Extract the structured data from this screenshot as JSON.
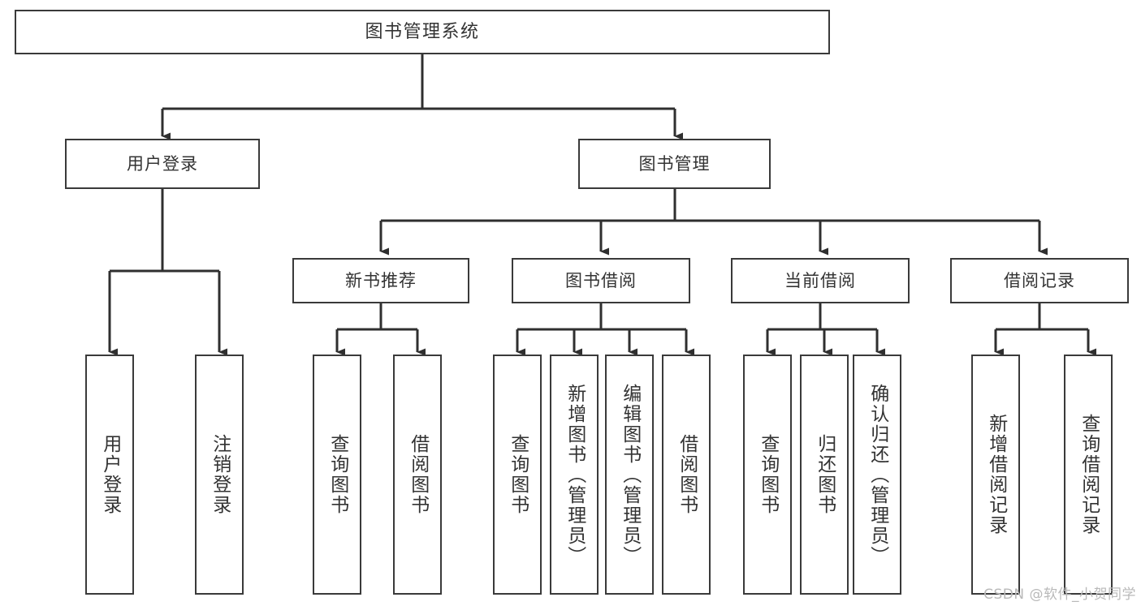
{
  "diagram": {
    "type": "tree",
    "title": "图书管理系统",
    "orientation": "top-down",
    "line_color": "#3a3a3a",
    "text_color": "#333333",
    "background": "#ffffff"
  },
  "nodes": {
    "root": {
      "label": "图书管理系统"
    },
    "level1": [
      {
        "label": "用户登录"
      },
      {
        "label": "图书管理"
      }
    ],
    "level2": [
      {
        "label": "新书推荐"
      },
      {
        "label": "图书借阅"
      },
      {
        "label": "当前借阅"
      },
      {
        "label": "借阅记录"
      }
    ],
    "leaves_user_login": [
      {
        "label": "用户登录"
      },
      {
        "label": "注销登录"
      }
    ],
    "leaves_new_book": [
      {
        "label": "查询图书"
      },
      {
        "label": "借阅图书"
      }
    ],
    "leaves_borrow": [
      {
        "label": "查询图书"
      },
      {
        "label": "新增图书（管理员）"
      },
      {
        "label": "编辑图书（管理员）"
      },
      {
        "label": "借阅图书"
      }
    ],
    "leaves_current": [
      {
        "label": "查询图书"
      },
      {
        "label": "归还图书"
      },
      {
        "label": "确认归还（管理员）"
      }
    ],
    "leaves_record": [
      {
        "label": "新增借阅记录"
      },
      {
        "label": "查询借阅记录"
      }
    ]
  },
  "watermark": {
    "text": "CSDN @软件_小贺同学"
  }
}
